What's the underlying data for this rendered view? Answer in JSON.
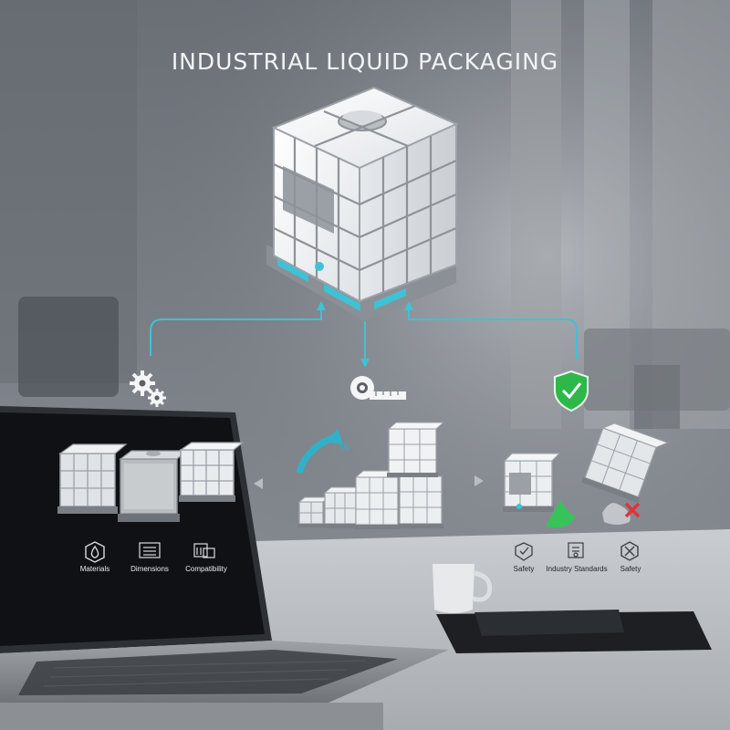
{
  "title": "INDUSTRIAL LIQUID PACKAGING",
  "colors": {
    "accent": "#3fc1d6",
    "shield": "#2eb84a",
    "warning": "#e0343c",
    "spill": "#36c45a"
  },
  "left_panel": {
    "items": [
      {
        "label": "Materials",
        "icon": "droplet-icon"
      },
      {
        "label": "Dimensions",
        "icon": "ruler-card-icon"
      },
      {
        "label": "Compatibility",
        "icon": "container-check-icon"
      }
    ]
  },
  "middle_panel": {
    "percent_symbol": "%"
  },
  "right_panel": {
    "items": [
      {
        "label": "Safety",
        "icon": "shield-check-icon"
      },
      {
        "label": "Industry Standards",
        "icon": "certificate-icon"
      },
      {
        "label": "Safety",
        "icon": "tools-icon"
      }
    ]
  }
}
